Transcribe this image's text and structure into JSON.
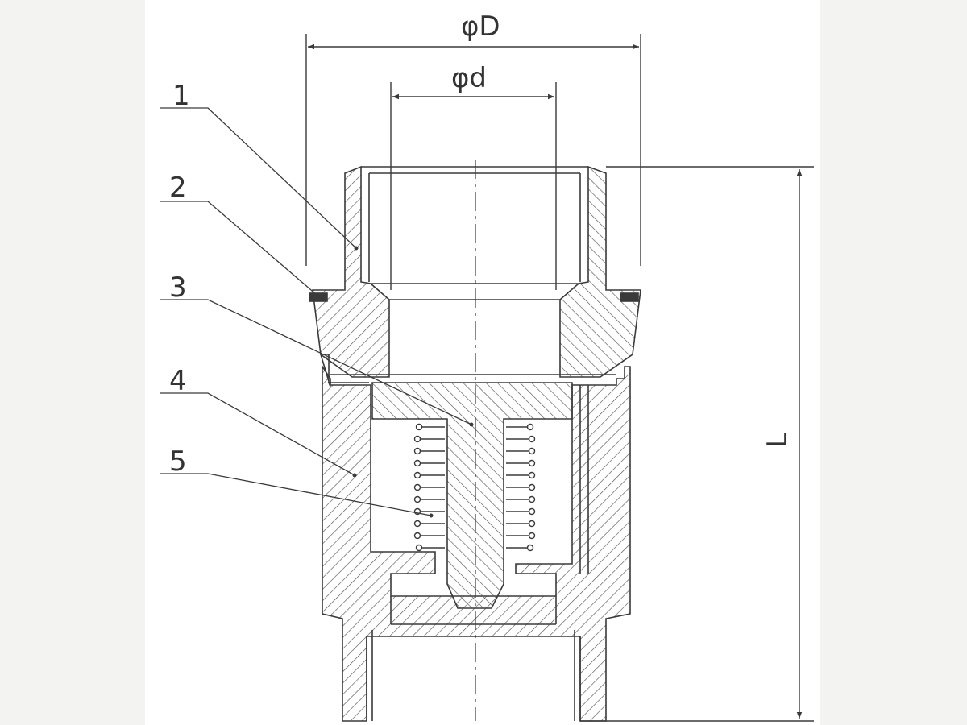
{
  "colors": {
    "line": "#3a3a3a",
    "hatch": "#555555",
    "sheet": "#ffffff",
    "page": "#f3f3f1"
  },
  "dimensions": {
    "outer_diameter": "φD",
    "inner_diameter": "φd",
    "length": "L"
  },
  "parts": [
    {
      "number": "1"
    },
    {
      "number": "2"
    },
    {
      "number": "3"
    },
    {
      "number": "4"
    },
    {
      "number": "5"
    }
  ]
}
